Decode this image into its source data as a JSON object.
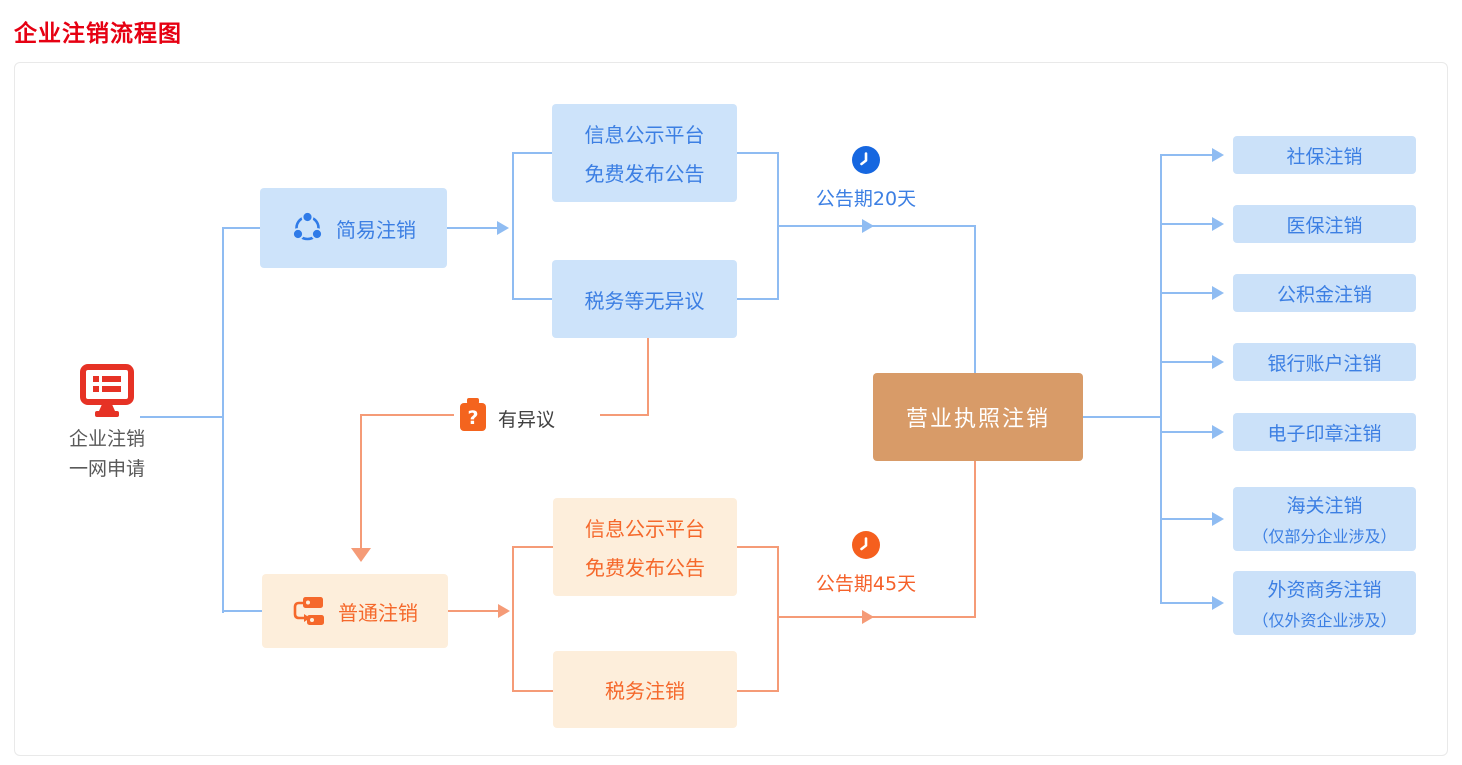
{
  "title": "企业注销流程图",
  "start": {
    "icon": "monitor-list-icon",
    "label_line1": "企业注销",
    "label_line2": "一网申请"
  },
  "simple_branch": {
    "name": "简易注销",
    "icon": "share-nodes-icon",
    "publicity_line1": "信息公示平台",
    "publicity_line2": "免费发布公告",
    "tax": "税务等无异议",
    "period": {
      "icon": "clock-icon",
      "label": "公告期20天"
    }
  },
  "ordinary_branch": {
    "name": "普通注销",
    "icon": "workflow-icon",
    "publicity_line1": "信息公示平台",
    "publicity_line2": "免费发布公告",
    "tax": "税务注销",
    "period": {
      "icon": "clock-icon",
      "label": "公告期45天"
    }
  },
  "objection": {
    "icon": "question-clipboard-icon",
    "label": "有异议"
  },
  "license": {
    "label": "营业执照注销"
  },
  "results": [
    {
      "label": "社保注销"
    },
    {
      "label": "医保注销"
    },
    {
      "label": "公积金注销"
    },
    {
      "label": "银行账户注销"
    },
    {
      "label": "电子印章注销"
    },
    {
      "label": "海关注销",
      "note": "（仅部分企业涉及）"
    },
    {
      "label": "外资商务注销",
      "note": "（仅外资企业涉及）"
    }
  ],
  "colors": {
    "title_red": "#e60012",
    "start_icon_red": "#e63225",
    "blue_text": "#3c7fe3",
    "blue_box_bg": "#cde3fa",
    "blue_line": "#8fbcf2",
    "orange_text": "#f5682b",
    "orange_box_bg": "#fdeedb",
    "orange_line": "#f59b77",
    "license_bg": "#d89b68",
    "clock_blue": "#1667e0",
    "clock_orange": "#f55f1e",
    "gray_label": "#595959"
  }
}
